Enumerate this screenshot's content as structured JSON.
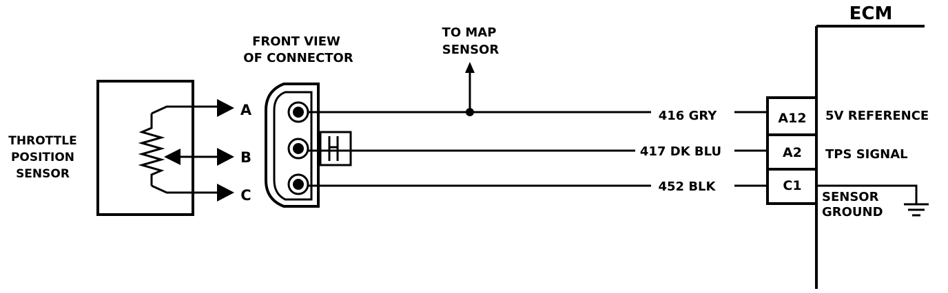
{
  "sensor": {
    "label_lines": [
      "THROTTLE",
      "POSITION",
      "SENSOR"
    ]
  },
  "connector": {
    "title_lines": [
      "FRONT VIEW",
      "OF CONNECTOR"
    ],
    "pins": [
      "A",
      "B",
      "C"
    ]
  },
  "map_branch": {
    "label_lines": [
      "TO MAP",
      "SENSOR"
    ]
  },
  "wires": [
    "416 GRY",
    "417 DK BLU",
    "452 BLK"
  ],
  "ecm": {
    "title": "ECM",
    "terminals": [
      "A12",
      "A2",
      "C1"
    ],
    "functions": [
      "5V REFERENCE",
      "TPS SIGNAL"
    ],
    "ground_lines": [
      "SENSOR",
      "GROUND"
    ]
  }
}
